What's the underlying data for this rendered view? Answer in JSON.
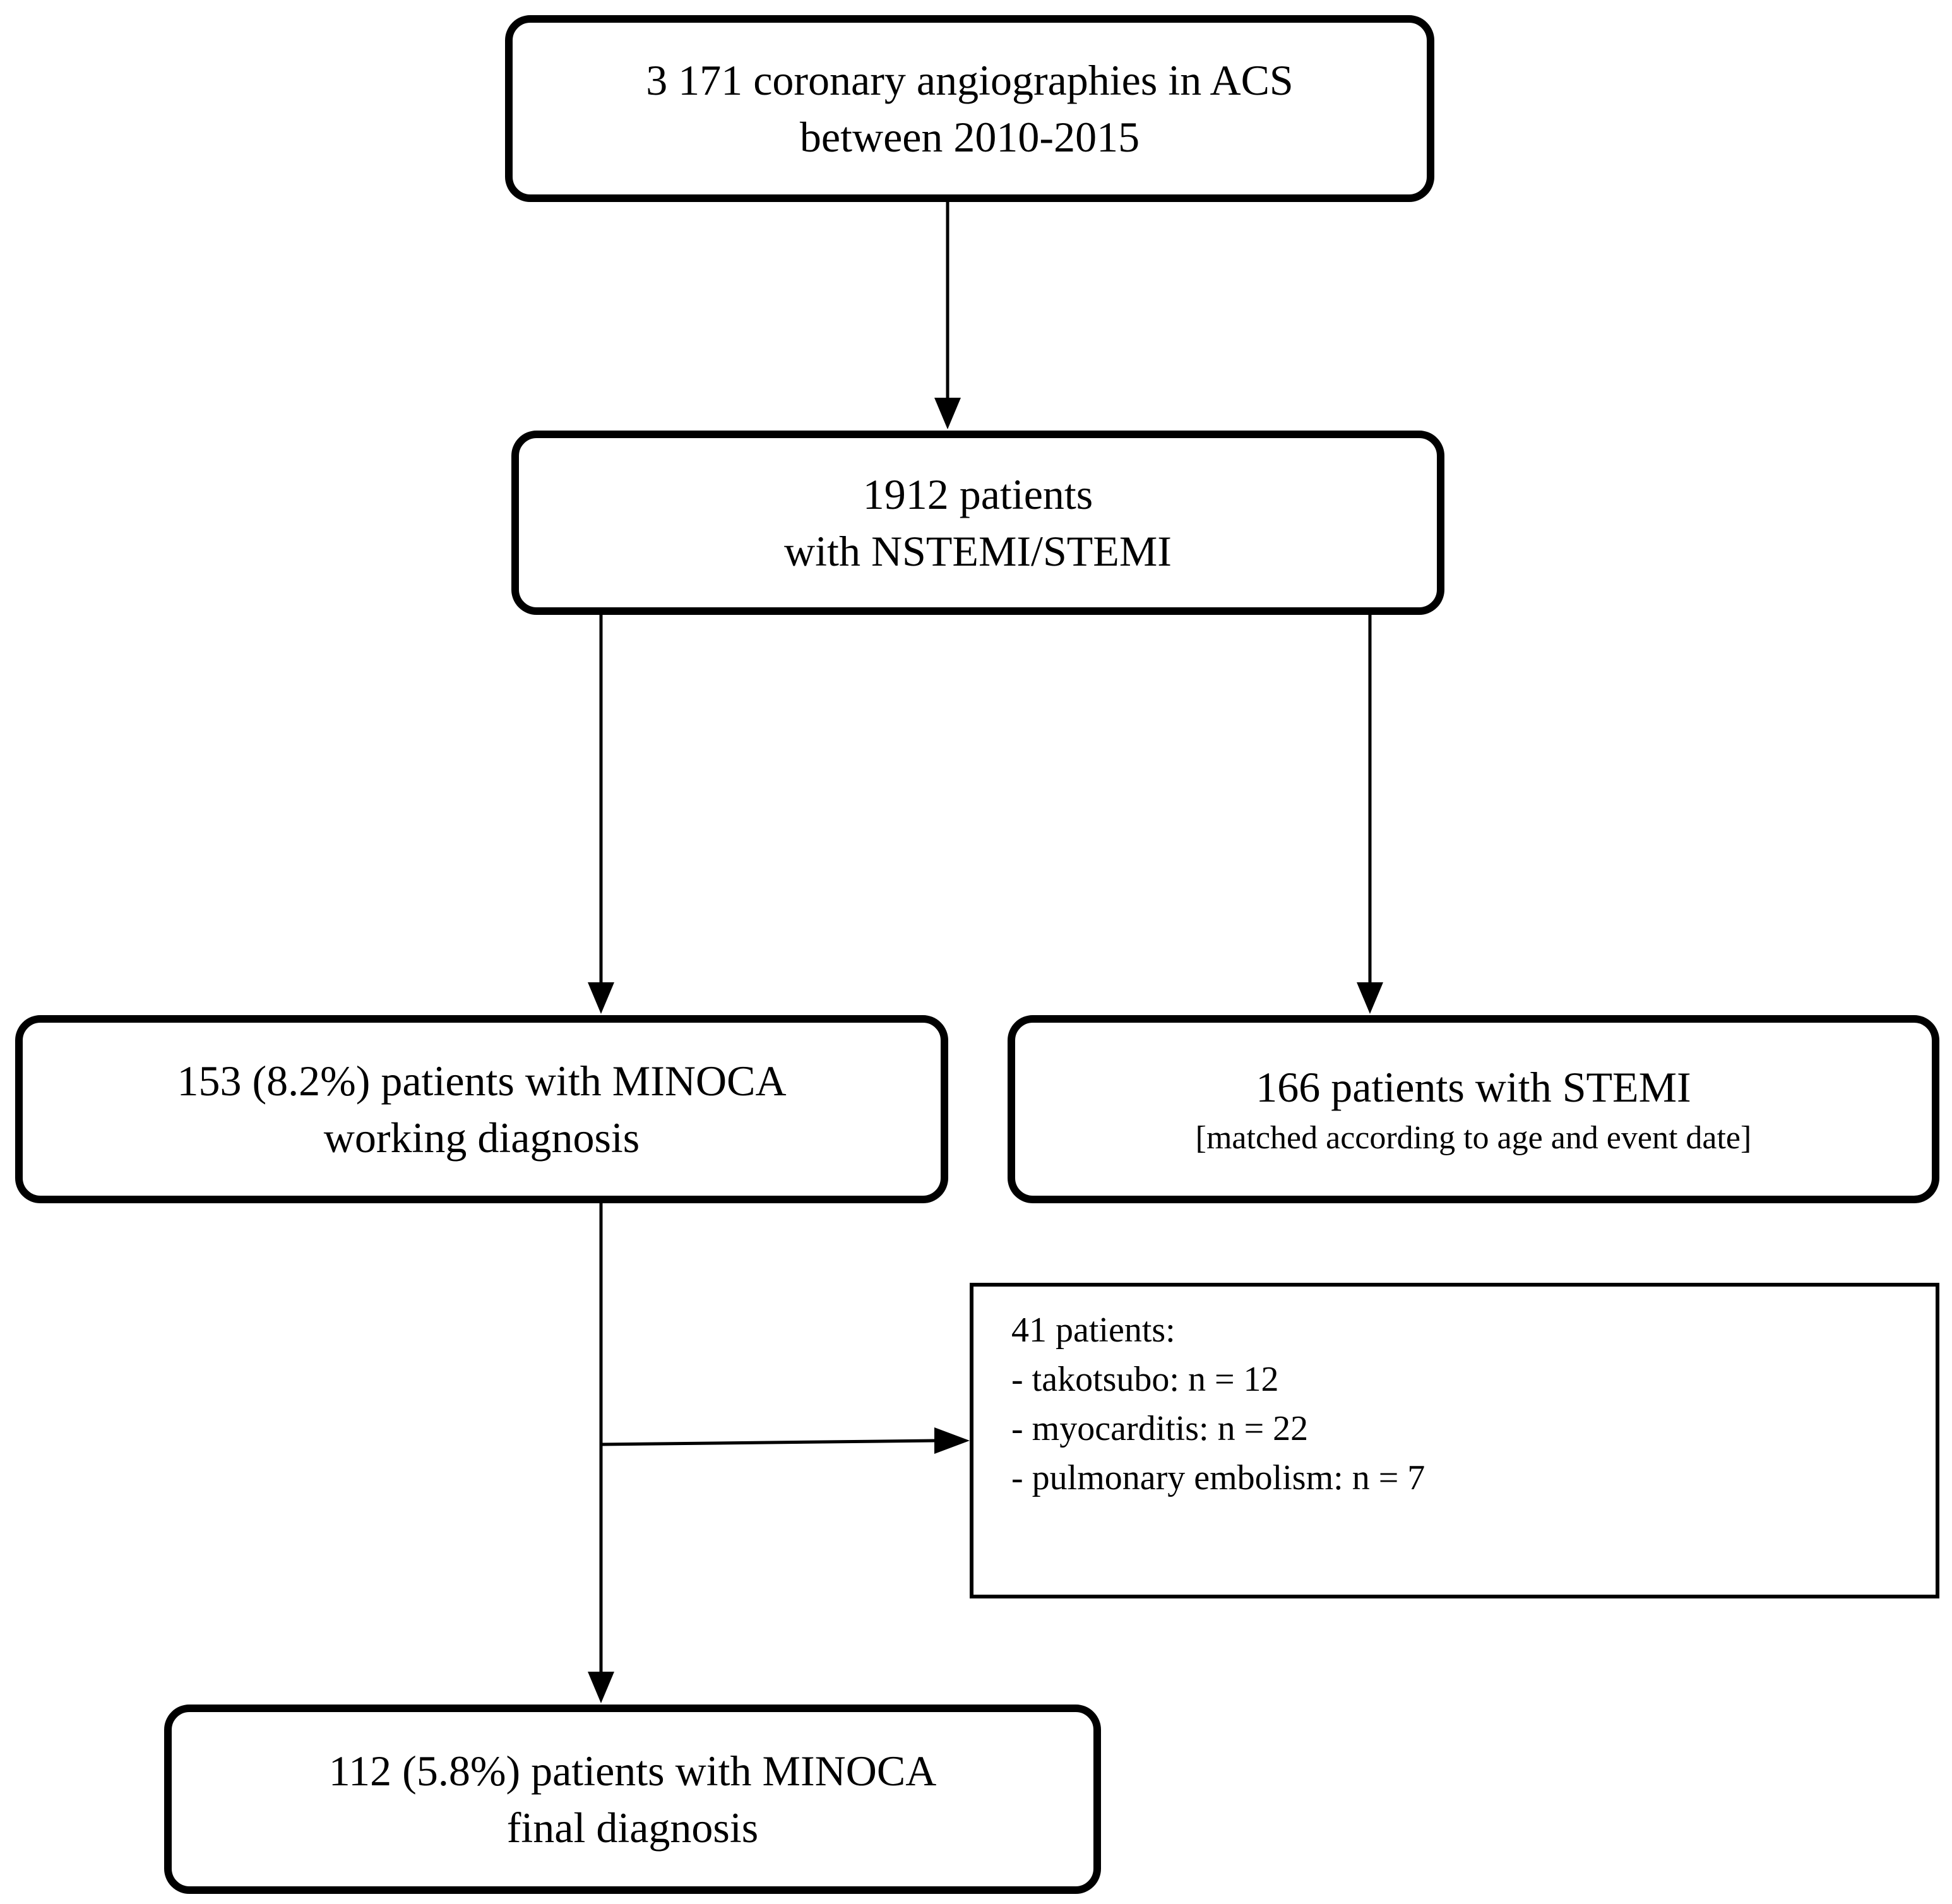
{
  "boxes": {
    "angiographies": {
      "line1": "3 171 coronary angiographies in ACS",
      "line2": "between 2010-2015"
    },
    "patients": {
      "line1": "1912 patients",
      "line2": "with NSTEMI/STEMI"
    },
    "minoca_working": {
      "line1": "153 (8.2%) patients with MINOCA",
      "line2": "working diagnosis"
    },
    "stemi": {
      "line1": "166 patients with STEMI",
      "line2": "[matched according to age and event date]"
    },
    "minoca_final": {
      "line1": "112 (5.8%) patients with MINOCA",
      "line2": "final diagnosis"
    }
  },
  "exclusion": {
    "title": "41 patients:",
    "items": [
      "- takotsubo: n = 12",
      "- myocarditis: n = 22",
      "- pulmonary embolism:  n = 7"
    ]
  }
}
